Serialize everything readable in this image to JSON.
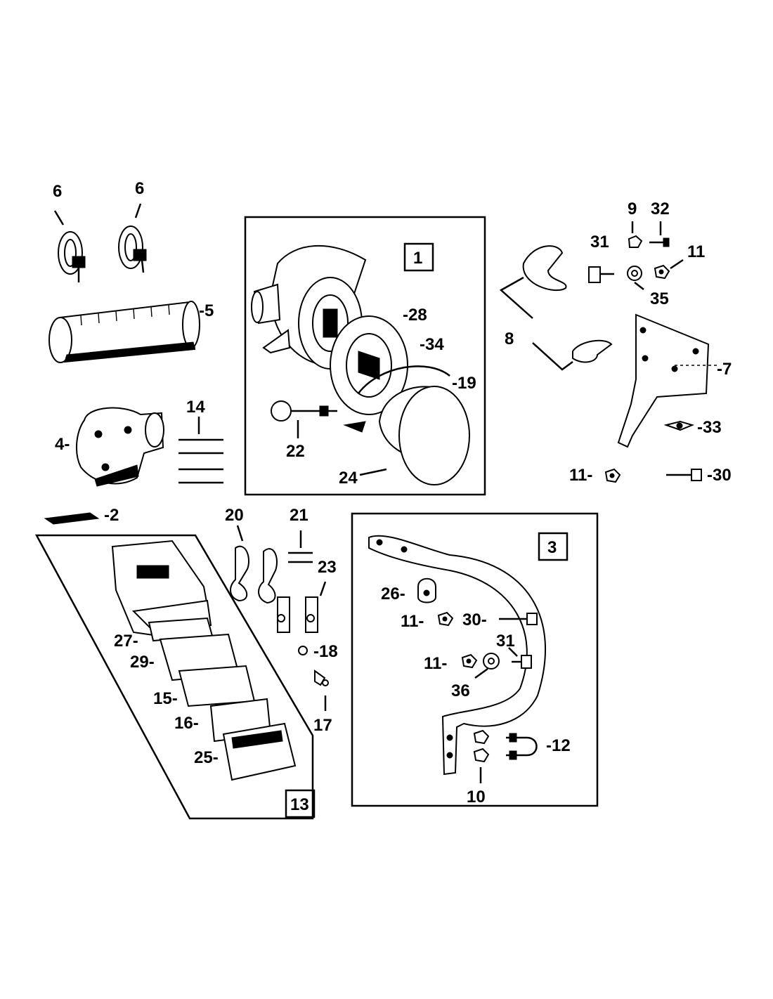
{
  "diagram": {
    "labels": {
      "l1": "1",
      "l2": "-2",
      "l3": "3",
      "l4": "4-",
      "l5": "-5",
      "l6a": "6",
      "l6b": "6",
      "l7": "-7",
      "l8": "8",
      "l9": "9",
      "l10": "10",
      "l11a": "11",
      "l11b": "11-",
      "l11c": "11-",
      "l11d": "11-",
      "l12": "-12",
      "l13": "13",
      "l14": "14",
      "l15": "15-",
      "l16": "16-",
      "l17": "17",
      "l18": "-18",
      "l19": "-19",
      "l20": "20",
      "l21": "21",
      "l22": "22",
      "l23": "23",
      "l24": "24",
      "l25": "25-",
      "l26": "26-",
      "l27": "27-",
      "l28": "-28",
      "l29": "29-",
      "l30a": "-30",
      "l30b": "30-",
      "l31a": "31",
      "l31b": "31",
      "l32": "32",
      "l33": "-33",
      "l34": "-34",
      "l35": "35",
      "l36": "36"
    }
  }
}
